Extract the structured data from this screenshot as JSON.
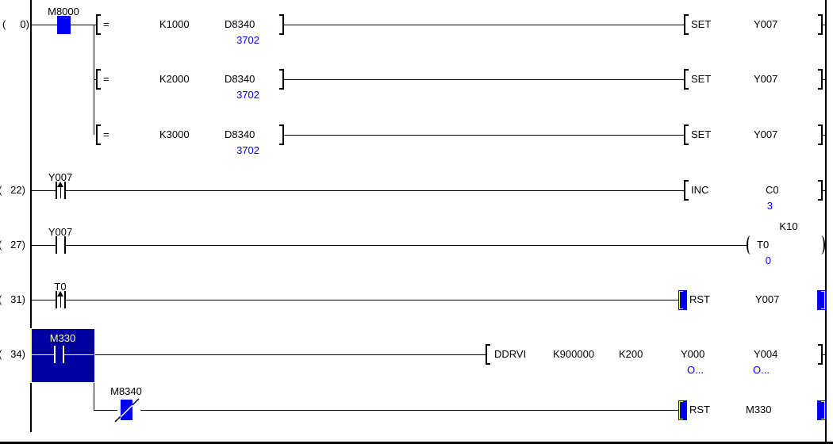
{
  "app": {
    "name": "plc-ladder-monitor"
  },
  "colors": {
    "wire": "#000000",
    "monitor_value_blue": "#0000ff",
    "energized_contact_blue": "#0000f0",
    "selection_cursor_fill": "#0000a0",
    "selection_cursor_text": "#ffff9e",
    "energized_bracket_yellow": "#ffff66"
  },
  "rungs": {
    "r0": {
      "label": "(     0)",
      "contact": "M8000",
      "cmp1": {
        "op": "=",
        "s1": "K1000",
        "s2": "D8340",
        "value": "3702",
        "out_op": "SET",
        "out_dev": "Y007"
      },
      "cmp2": {
        "op": "=",
        "s1": "K2000",
        "s2": "D8340",
        "value": "3702",
        "out_op": "SET",
        "out_dev": "Y007"
      },
      "cmp3": {
        "op": "=",
        "s1": "K3000",
        "s2": "D8340",
        "value": "3702",
        "out_op": "SET",
        "out_dev": "Y007"
      }
    },
    "r22": {
      "label": "(   22)",
      "contact": "Y007",
      "op": "INC",
      "dev": "C0",
      "value": "3"
    },
    "r27": {
      "label": "(   27)",
      "contact": "Y007",
      "coil_dev": "T0",
      "preset": "K10",
      "value": "0"
    },
    "r31": {
      "label": "(   31)",
      "contact": "T0",
      "op": "RST",
      "dev": "Y007"
    },
    "r34": {
      "label": "(   34)",
      "contact": "M330",
      "op": "DDRVI",
      "a1": "K900000",
      "a2": "K200",
      "a3": "Y000",
      "a4": "Y004",
      "v3": "O...",
      "v4": "O..."
    },
    "r34b": {
      "contact": "M8340",
      "op": "RST",
      "dev": "M330"
    }
  }
}
